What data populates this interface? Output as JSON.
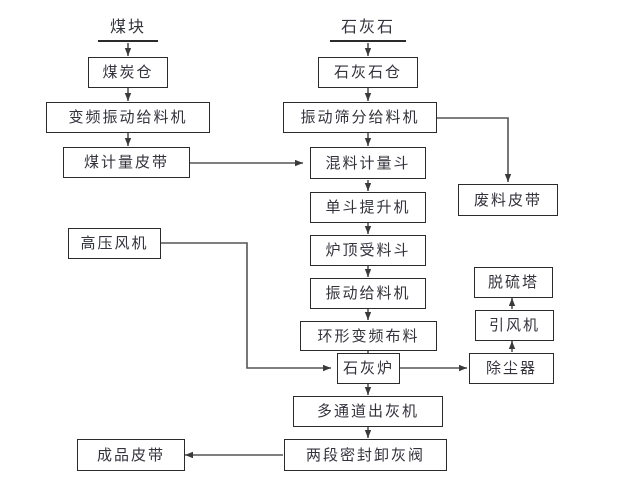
{
  "diagram": {
    "type": "process-flowchart",
    "title_labels": [
      {
        "id": "coal-input",
        "label": "煤块"
      },
      {
        "id": "limestone-input",
        "label": "石灰石"
      }
    ],
    "nodes": [
      {
        "id": "coal-bunker",
        "label": "煤炭仓"
      },
      {
        "id": "vfd-vibrating-feeder",
        "label": "变频振动给料机"
      },
      {
        "id": "coal-weighing-belt",
        "label": "煤计量皮带"
      },
      {
        "id": "limestone-bunker",
        "label": "石灰石仓"
      },
      {
        "id": "vibrating-screen-feeder",
        "label": "振动筛分给料机"
      },
      {
        "id": "mixing-weighing-hopper",
        "label": "混料计量斗"
      },
      {
        "id": "waste-belt",
        "label": "废料皮带"
      },
      {
        "id": "single-bucket-elevator",
        "label": "单斗提升机"
      },
      {
        "id": "furnace-top-receiving-hopper",
        "label": "炉顶受料斗"
      },
      {
        "id": "vibrating-feeder",
        "label": "振动给料机"
      },
      {
        "id": "annular-vfd-distributor",
        "label": "环形变频布料"
      },
      {
        "id": "high-pressure-fan",
        "label": "高压风机"
      },
      {
        "id": "lime-kiln",
        "label": "石灰炉"
      },
      {
        "id": "dust-collector",
        "label": "除尘器"
      },
      {
        "id": "induced-draft-fan",
        "label": "引风机"
      },
      {
        "id": "desulfurization-tower",
        "label": "脱硫塔"
      },
      {
        "id": "multi-channel-ash-discharger",
        "label": "多通道出灰机"
      },
      {
        "id": "two-stage-sealed-ash-valve",
        "label": "两段密封卸灰阀"
      },
      {
        "id": "finished-product-belt",
        "label": "成品皮带"
      }
    ],
    "colors": {
      "background": "#ffffff",
      "box_border": "#2b2b2b",
      "text": "#33333d",
      "connector": "#555555"
    },
    "edges": [
      {
        "from": "coal-input",
        "to": "coal-bunker"
      },
      {
        "from": "coal-bunker",
        "to": "vfd-vibrating-feeder"
      },
      {
        "from": "vfd-vibrating-feeder",
        "to": "coal-weighing-belt"
      },
      {
        "from": "coal-weighing-belt",
        "to": "mixing-weighing-hopper"
      },
      {
        "from": "limestone-input",
        "to": "limestone-bunker"
      },
      {
        "from": "limestone-bunker",
        "to": "vibrating-screen-feeder"
      },
      {
        "from": "vibrating-screen-feeder",
        "to": "mixing-weighing-hopper"
      },
      {
        "from": "vibrating-screen-feeder",
        "to": "waste-belt"
      },
      {
        "from": "mixing-weighing-hopper",
        "to": "single-bucket-elevator"
      },
      {
        "from": "single-bucket-elevator",
        "to": "furnace-top-receiving-hopper"
      },
      {
        "from": "furnace-top-receiving-hopper",
        "to": "vibrating-feeder"
      },
      {
        "from": "vibrating-feeder",
        "to": "annular-vfd-distributor"
      },
      {
        "from": "annular-vfd-distributor",
        "to": "lime-kiln"
      },
      {
        "from": "high-pressure-fan",
        "to": "lime-kiln"
      },
      {
        "from": "lime-kiln",
        "to": "dust-collector"
      },
      {
        "from": "dust-collector",
        "to": "induced-draft-fan"
      },
      {
        "from": "induced-draft-fan",
        "to": "desulfurization-tower"
      },
      {
        "from": "lime-kiln",
        "to": "multi-channel-ash-discharger"
      },
      {
        "from": "multi-channel-ash-discharger",
        "to": "two-stage-sealed-ash-valve"
      },
      {
        "from": "two-stage-sealed-ash-valve",
        "to": "finished-product-belt"
      }
    ]
  }
}
